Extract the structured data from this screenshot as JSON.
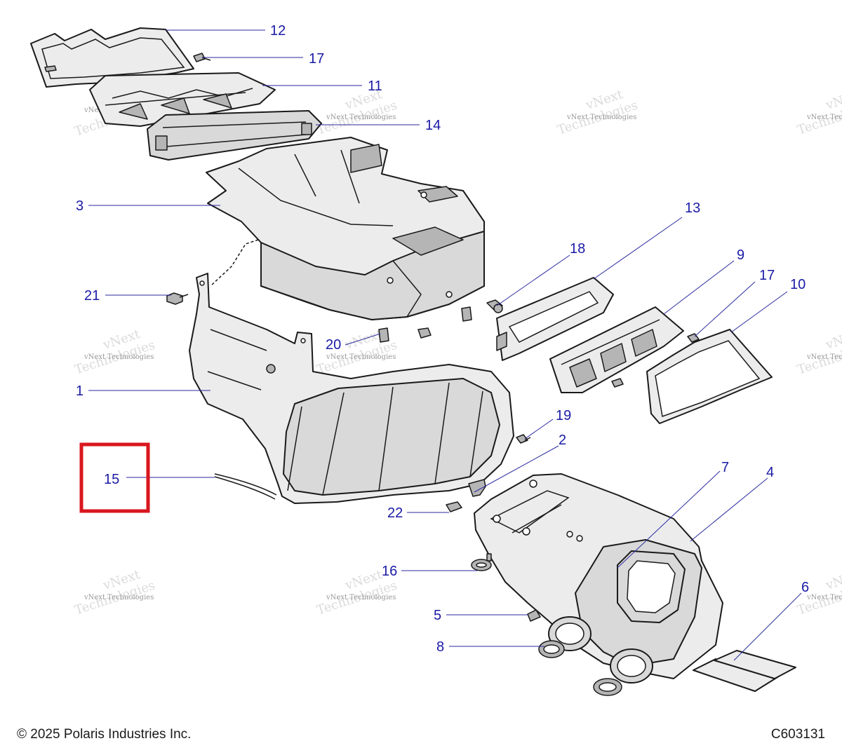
{
  "watermark": {
    "line1": "vNext Technologies",
    "line2a": "vNext",
    "line2b": "Technologies"
  },
  "callouts": [
    {
      "id": "12",
      "label": "12"
    },
    {
      "id": "17a",
      "label": "17"
    },
    {
      "id": "11",
      "label": "11"
    },
    {
      "id": "14",
      "label": "14"
    },
    {
      "id": "3",
      "label": "3"
    },
    {
      "id": "13",
      "label": "13"
    },
    {
      "id": "18",
      "label": "18"
    },
    {
      "id": "9",
      "label": "9"
    },
    {
      "id": "17b",
      "label": "17"
    },
    {
      "id": "10",
      "label": "10"
    },
    {
      "id": "21",
      "label": "21"
    },
    {
      "id": "20",
      "label": "20"
    },
    {
      "id": "1",
      "label": "1"
    },
    {
      "id": "19",
      "label": "19"
    },
    {
      "id": "2",
      "label": "2"
    },
    {
      "id": "15",
      "label": "15"
    },
    {
      "id": "7",
      "label": "7"
    },
    {
      "id": "4",
      "label": "4"
    },
    {
      "id": "22",
      "label": "22"
    },
    {
      "id": "16",
      "label": "16"
    },
    {
      "id": "6",
      "label": "6"
    },
    {
      "id": "5",
      "label": "5"
    },
    {
      "id": "8",
      "label": "8"
    }
  ],
  "highlight": {
    "callout": "15",
    "color": "#d9171e"
  },
  "accent_color": "#1a1aa6",
  "footer": {
    "copyright": "© 2025 Polaris Industries Inc.",
    "code": "C603131"
  }
}
